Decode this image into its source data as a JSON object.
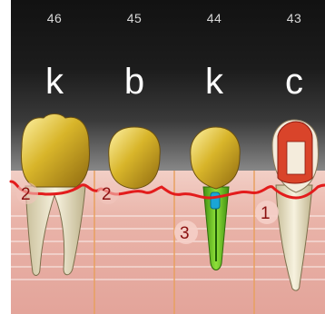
{
  "teeth": [
    {
      "number": "46",
      "letter": "k",
      "pocket": "2"
    },
    {
      "number": "45",
      "letter": "b",
      "pocket": "2"
    },
    {
      "number": "44",
      "letter": "k",
      "pocket": "3"
    },
    {
      "number": "43",
      "letter": "c",
      "pocket": "1"
    }
  ],
  "colors": {
    "gingival_line": "#e31c1c",
    "crown_gold": "#d8b52a",
    "root": "#efe8cf",
    "implant_green": "#6fc21e",
    "implant_blue": "#1aa6d6",
    "gum": "#ecb8ad",
    "background": "#1a1a1a"
  }
}
